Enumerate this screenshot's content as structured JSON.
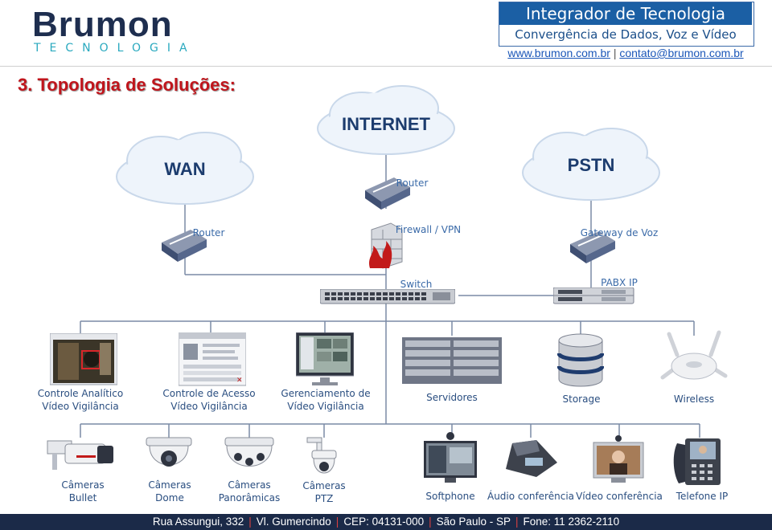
{
  "header": {
    "logo_main": "Brumon",
    "logo_sub": "TECNOLOGIA",
    "title": "Integrador de Tecnologia",
    "subtitle": "Convergência de Dados, Voz e Vídeo",
    "link_site": "www.brumon.com.br",
    "link_sep": "|",
    "link_email": "contato@brumon.com.br"
  },
  "section_title": "3. Topologia de Soluções:",
  "clouds": {
    "internet": "INTERNET",
    "wan": "WAN",
    "pstn": "PSTN"
  },
  "core": {
    "router_internet": "Router",
    "router_wan": "Router",
    "firewall": "Firewall / VPN",
    "gateway": "Gateway de Voz",
    "switch": "Switch",
    "pabx": "PABX IP"
  },
  "tier1": [
    {
      "line1": "Controle Analítico",
      "line2": "Vídeo Vigilância"
    },
    {
      "line1": "Controle de Acesso",
      "line2": "Vídeo Vigilância"
    },
    {
      "line1": "Gerenciamento de",
      "line2": "Vídeo Vigilância"
    },
    {
      "line1": "Servidores",
      "line2": ""
    },
    {
      "line1": "Storage",
      "line2": ""
    },
    {
      "line1": "Wireless",
      "line2": ""
    }
  ],
  "tier2": [
    {
      "line1": "Câmeras",
      "line2": "Bullet"
    },
    {
      "line1": "Câmeras",
      "line2": "Dome"
    },
    {
      "line1": "Câmeras",
      "line2": "Panorâmicas"
    },
    {
      "line1": "Câmeras",
      "line2": "PTZ"
    },
    {
      "line1": "Softphone",
      "line2": ""
    },
    {
      "line1": "Áudio conferência",
      "line2": ""
    },
    {
      "line1": "Vídeo conferência",
      "line2": ""
    },
    {
      "line1": "Telefone IP",
      "line2": ""
    }
  ],
  "footer": {
    "address": "Rua Assungui, 332",
    "district": "Vl. Gumercindo",
    "cep": "CEP: 04131-000",
    "city": "São Paulo - SP",
    "phone": "Fone: 11 2362-2110"
  }
}
